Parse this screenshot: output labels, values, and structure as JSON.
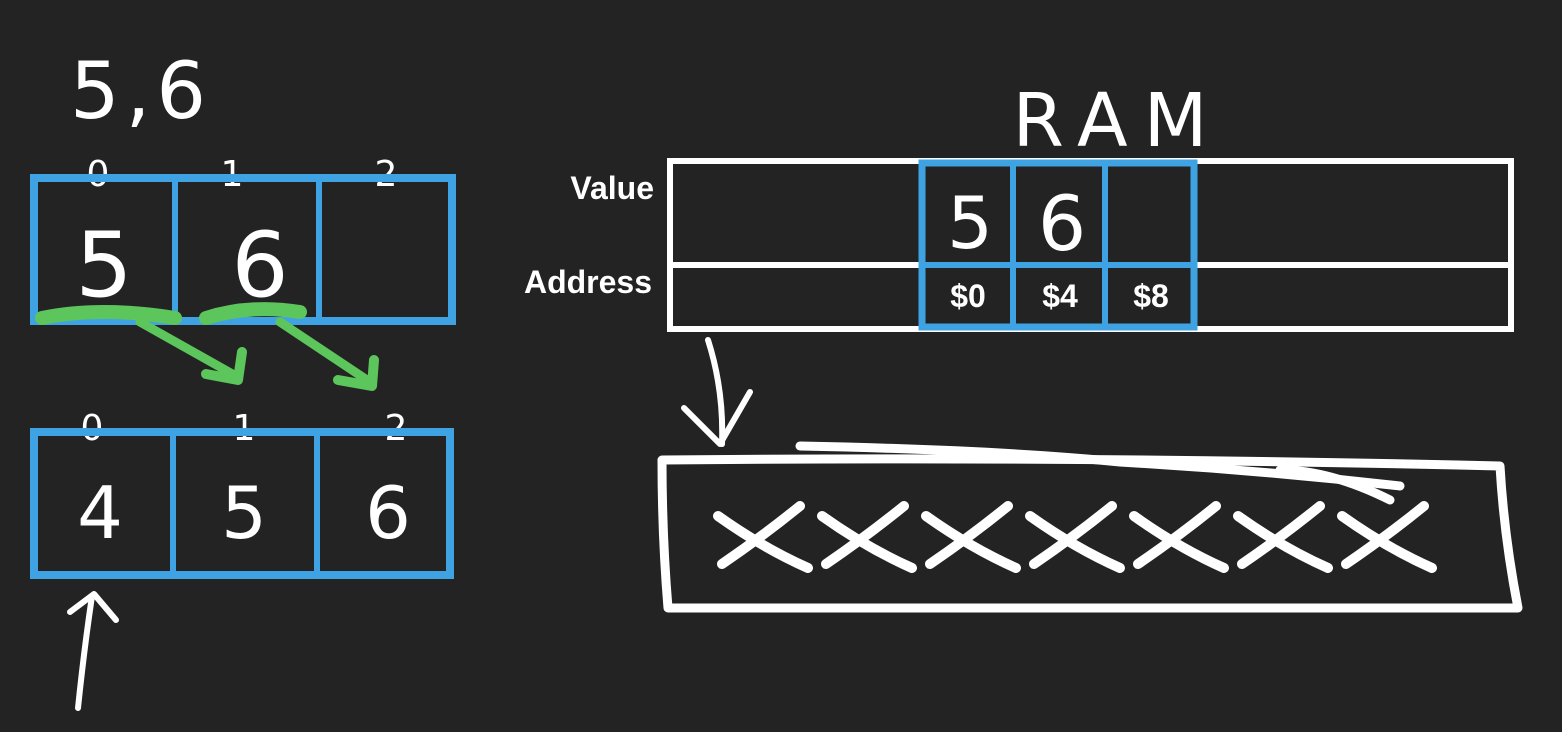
{
  "colors": {
    "background": "#232323",
    "ink": "#ffffff",
    "array_border": "#3fa3e3",
    "arrow": "#5cc55c"
  },
  "left": {
    "heading": "5,6",
    "top_array": {
      "indices": [
        "0",
        "1",
        "2"
      ],
      "values": [
        "5",
        "6",
        ""
      ]
    },
    "bottom_array": {
      "indices": [
        "0",
        "1",
        "2"
      ],
      "values": [
        "4",
        "5",
        "6"
      ]
    }
  },
  "ram": {
    "title": "RAM",
    "row_labels": {
      "value": "Value",
      "address": "Address"
    },
    "values": [
      "5",
      "6",
      ""
    ],
    "addresses": [
      "$0",
      "$4",
      "$8"
    ]
  },
  "memory_strip": {
    "marks": [
      "X",
      "X",
      "X",
      "X",
      "X",
      "X",
      "X"
    ]
  }
}
